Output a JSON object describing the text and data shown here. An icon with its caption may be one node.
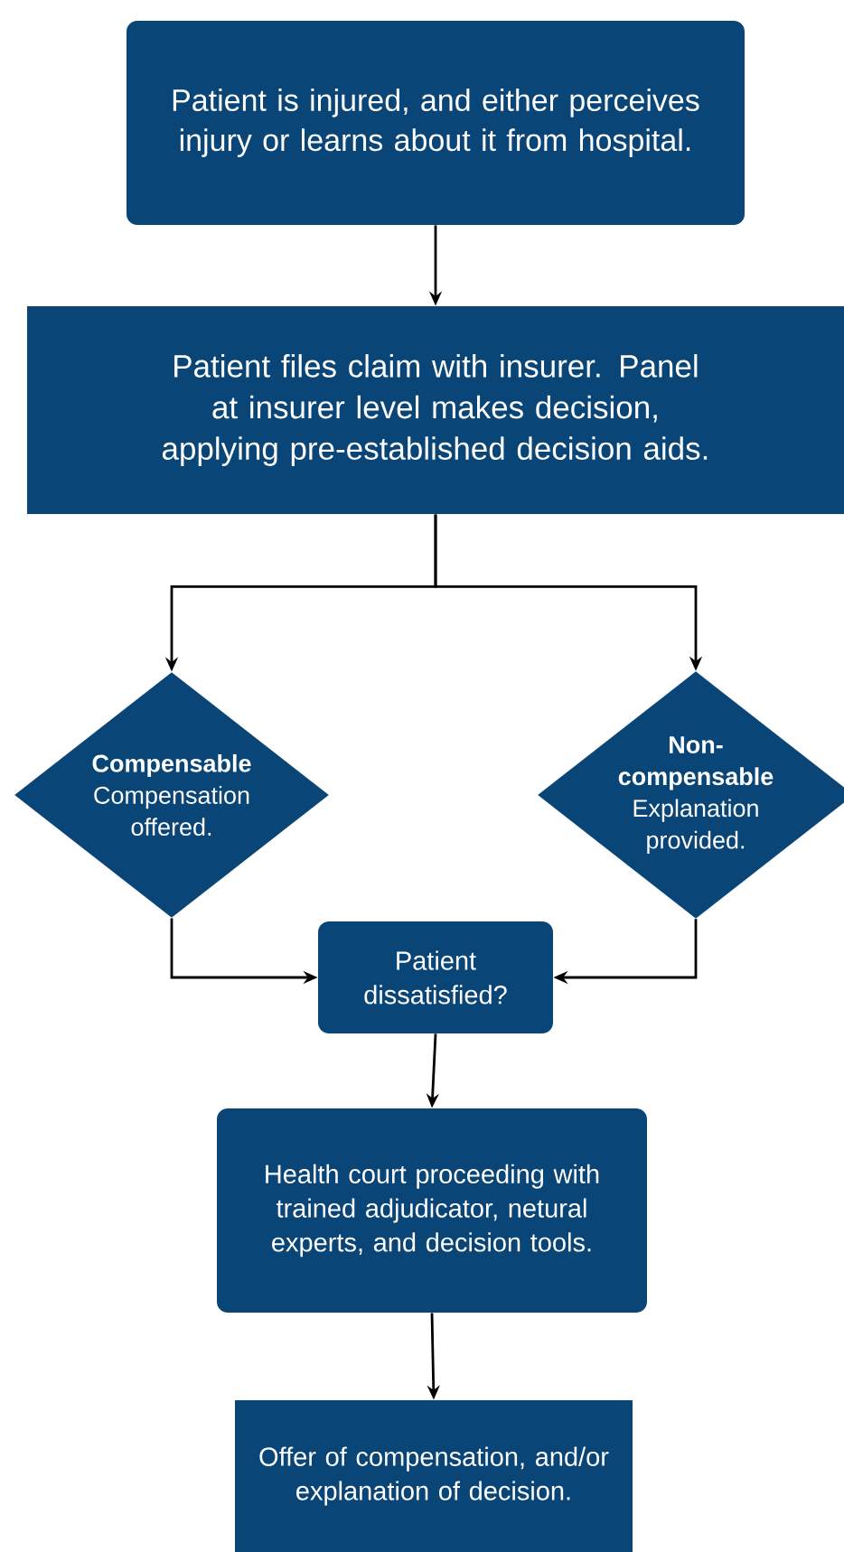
{
  "diagram": {
    "nodes": [
      {
        "text": [
          "Patient is injured, and either perceives injury or learns about it from hospital."
        ]
      },
      {
        "text": [
          "Patient files claim with insurer. Panel at insurer level makes decision, applying pre-established decision aids."
        ]
      },
      {
        "text": [
          "Compensable",
          "Compensation offered."
        ]
      },
      {
        "text": [
          "Non-compensable",
          "Explanation provided."
        ]
      },
      {
        "text": [
          "Patient dissatisfied?"
        ]
      },
      {
        "text": [
          "Health court proceeding with trained adjudicator, netural experts, and decision tools."
        ]
      },
      {
        "text": [
          "Offer of compensation, and/or explanation of decision."
        ]
      }
    ],
    "edges": [
      {
        "from": 0,
        "to": 1,
        "arrow": "to"
      },
      {
        "from": 1,
        "to": 2,
        "arrow": "to"
      },
      {
        "from": 1,
        "to": 3,
        "arrow": "to"
      },
      {
        "from": 2,
        "to": 4,
        "arrow": "to"
      },
      {
        "from": 3,
        "to": 4,
        "arrow": "to"
      },
      {
        "from": 4,
        "to": 5,
        "arrow": "to"
      },
      {
        "from": 5,
        "to": 6,
        "arrow": "to"
      }
    ]
  }
}
